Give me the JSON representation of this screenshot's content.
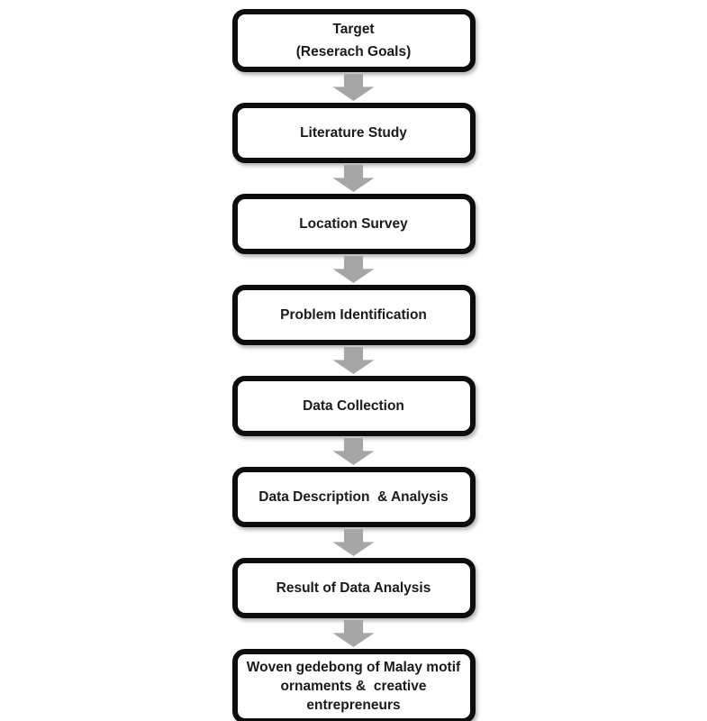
{
  "flow": {
    "type": "flowchart",
    "direction": "top-down",
    "steps": [
      {
        "label": "Target\n(Reserach Goals)"
      },
      {
        "label": "Literature Study"
      },
      {
        "label": "Location Survey"
      },
      {
        "label": "Problem Identification"
      },
      {
        "label": "Data Collection"
      },
      {
        "label": "Data Description  & Analysis"
      },
      {
        "label": "Result of Data Analysis"
      },
      {
        "label": "Woven gedebong of Malay motif\nornaments &  creative\nentrepreneurs"
      }
    ],
    "connector": {
      "shape": "block-arrow-down",
      "color": "#a6a6a6"
    },
    "style": {
      "box_border_color": "#0d0d0d",
      "box_fill_color": "#ffffff",
      "text_color": "#1a1a1a"
    }
  }
}
